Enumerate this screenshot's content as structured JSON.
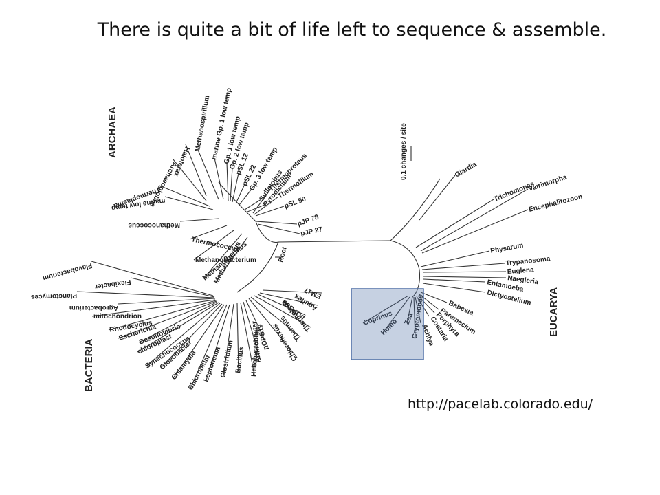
{
  "slide": {
    "title": "There is quite a bit of life left to sequence & assemble.",
    "source_url": "http://pacelab.colorado.edu/"
  },
  "tree": {
    "domains": {
      "archaea": "ARCHAEA",
      "bacteria": "BACTERIA",
      "eucarya": "EUCARYA"
    },
    "scale_label": "0.1 changes / site",
    "root_label": "Root",
    "highlight_color": "#4f6fa6",
    "archaea_taxa": [
      "Haloferax",
      "Archaeoglobus",
      "Thermoplasma",
      "marine low temp",
      "Methanococcus",
      "Thermococcus",
      "Methanobacterium",
      "Methanothermus",
      "Methanopyrus",
      "Methanospirillum",
      "marine Gp. 1 low temp",
      "Gp. 1 low temp",
      "Gp. 2 low temp",
      "pSL 12",
      "pSL 22",
      "Gp. 3 low temp",
      "Sulfolobus",
      "Pyrodictium",
      "Thermoproteus",
      "Thermofilum",
      "pSL 50",
      "pJP 78",
      "pJP 27"
    ],
    "bacteria_taxa": [
      "Flavobacterium",
      "Flexibacter",
      "Planctomyces",
      "Agrobacterium",
      "mitochondrion",
      "Rhodocyclus",
      "Escherichia",
      "Desulfovibrio",
      "chloroplast",
      "Synechococcus",
      "Gloeobacter",
      "Chlamydia",
      "Chlorobium",
      "Leptonema",
      "Clostridium",
      "Bacillus",
      "Heliobacterium",
      "Arthrobacter",
      "pOPS19",
      "Chloroflexus",
      "Thermus",
      "Thermotoga",
      "pOPS66",
      "Aquifex",
      "EM17"
    ],
    "eucarya_taxa": [
      "Giardia",
      "Trichomonas",
      "Vairimorpha",
      "Encephalitozoon",
      "Physarum",
      "Trypanosoma",
      "Euglena",
      "Naegleria",
      "Entamoeba",
      "Dictyostelium",
      "Babesia",
      "Paramecium",
      "Porphyra",
      "Costaria",
      "Achlya",
      "Cryptomonas",
      "Zea",
      "Homo",
      "Coprinus"
    ]
  }
}
